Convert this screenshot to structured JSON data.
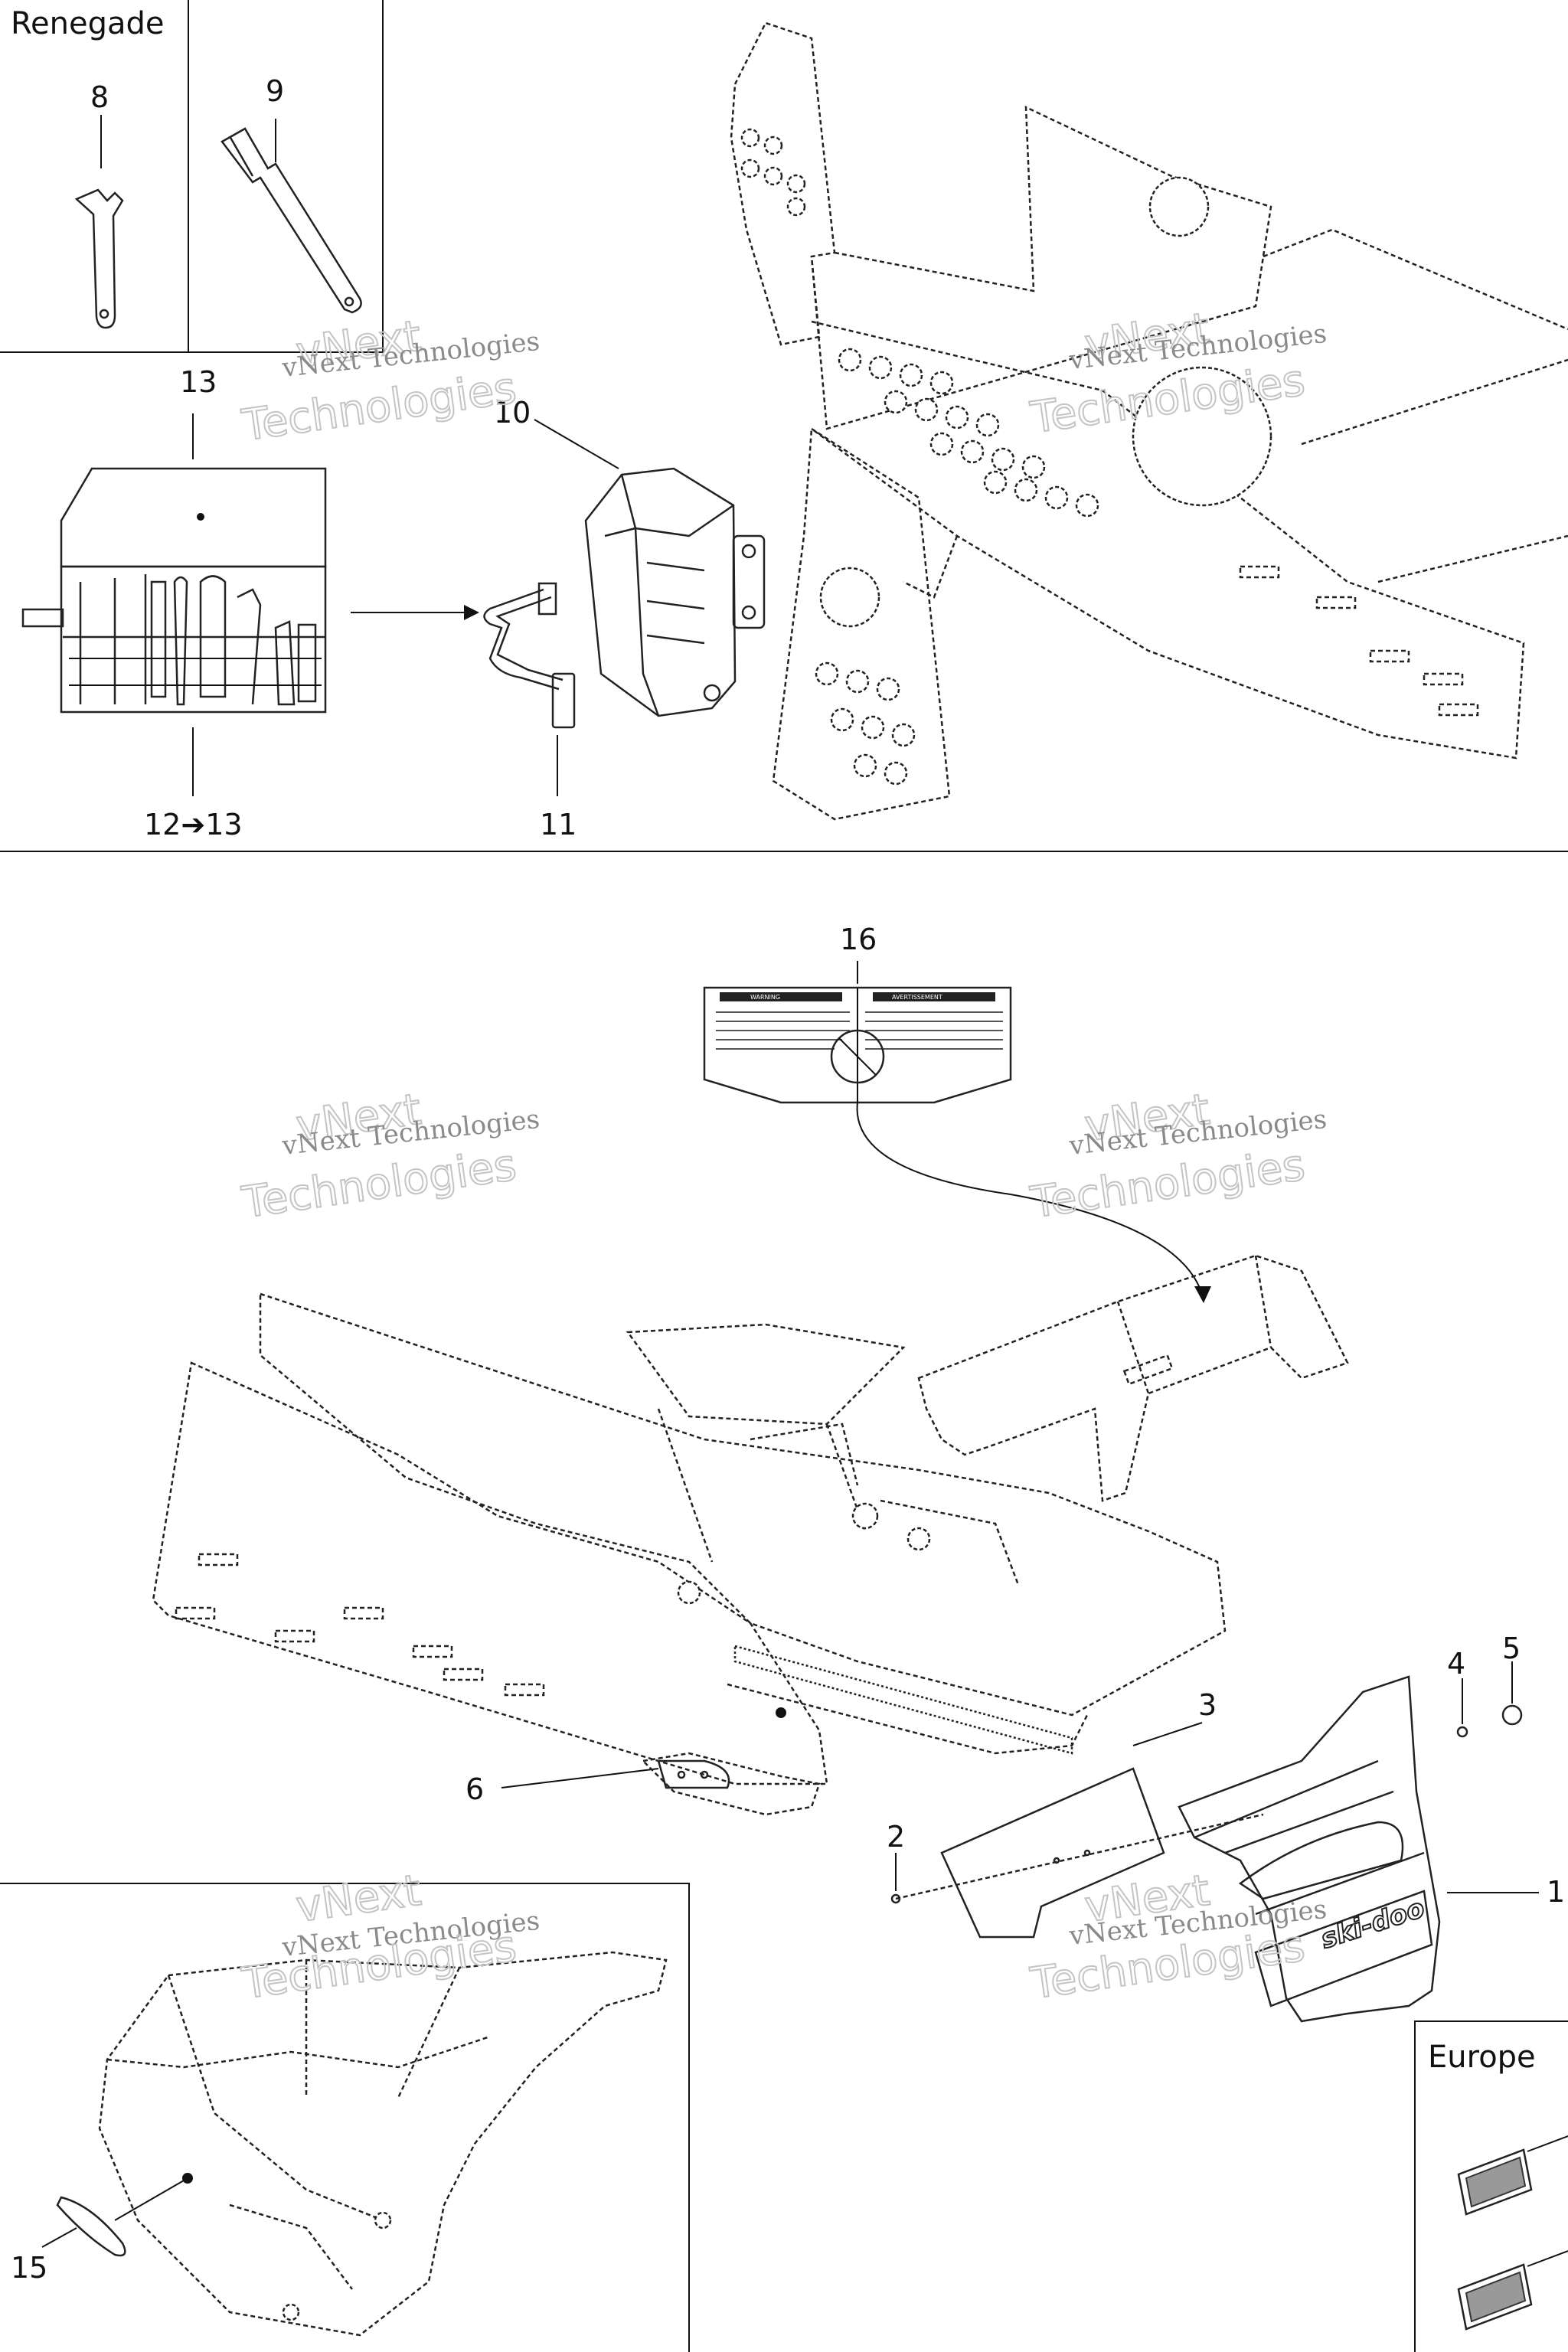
{
  "boxes": {
    "renegade_title": "Renegade",
    "europe_title": "Europe"
  },
  "callouts": {
    "c1": "1",
    "c2": "2",
    "c3": "3",
    "c4": "4",
    "c5": "5",
    "c6": "6",
    "c8": "8",
    "c9": "9",
    "c10": "10",
    "c11": "11",
    "c12_13": "12➔13",
    "c13": "13",
    "c15": "15",
    "c16": "16"
  },
  "watermark": {
    "line1": "vNext Technologies",
    "line2": "vNext",
    "line3": "Technologies"
  },
  "warning_label": {
    "left_heading": "WARNING",
    "right_heading": "AVERTISSEMENT"
  },
  "logo_text": "ski-doo",
  "colors": {
    "line": "#222222",
    "watermark": "#c4c4c4"
  }
}
